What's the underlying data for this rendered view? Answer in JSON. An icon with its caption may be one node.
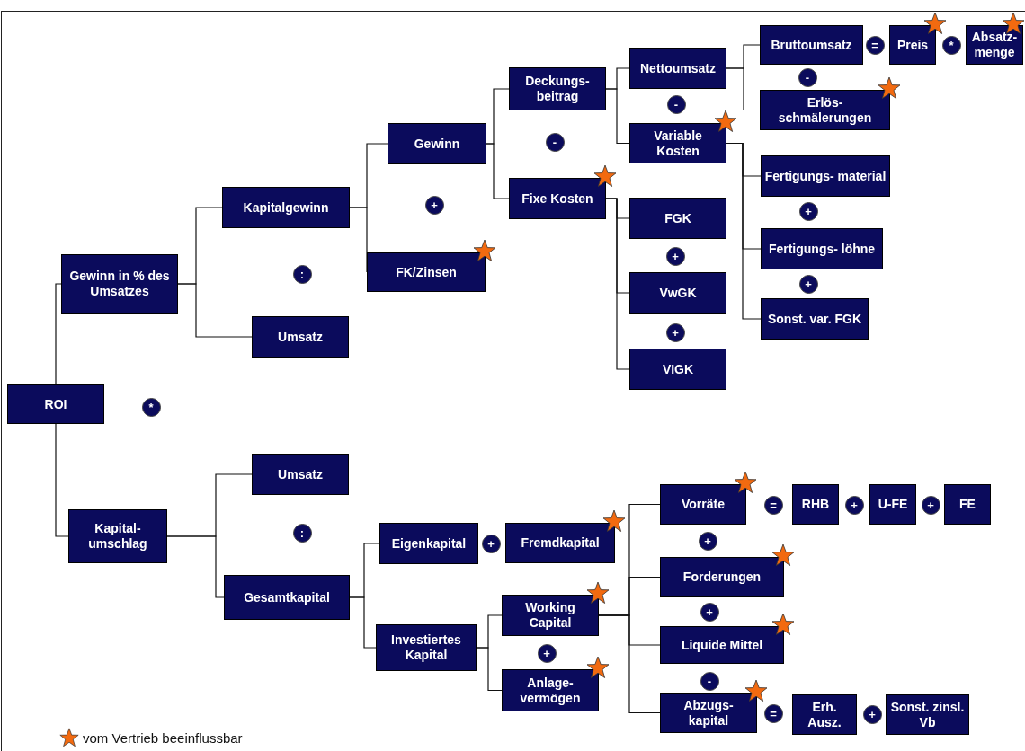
{
  "diagram": {
    "nodes": [
      {
        "text": [
          "Bruttoumsatz"
        ]
      },
      {
        "text": [
          "="
        ]
      },
      {
        "text": [
          "Preis"
        ]
      },
      {
        "text": [
          "*"
        ]
      },
      {
        "text": [
          "Absatz- menge"
        ]
      },
      {
        "text": [
          "Nettoumsatz"
        ]
      },
      {
        "text": [
          "-"
        ]
      },
      {
        "text": [
          "Erlös- schmälerungen"
        ]
      },
      {
        "text": [
          "Deckungs- beitrag"
        ]
      },
      {
        "text": [
          "-"
        ]
      },
      {
        "text": [
          "Variable Kosten"
        ]
      },
      {
        "text": [
          "Gewinn"
        ]
      },
      {
        "text": [
          "-"
        ]
      },
      {
        "text": [
          "Fertigungs- material"
        ]
      },
      {
        "text": [
          "Fixe Kosten"
        ]
      },
      {
        "text": [
          "Kapitalgewinn"
        ]
      },
      {
        "text": [
          "+"
        ]
      },
      {
        "text": [
          "FGK"
        ]
      },
      {
        "text": [
          "+"
        ]
      },
      {
        "text": [
          "+"
        ]
      },
      {
        "text": [
          "Fertigungs- löhne"
        ]
      },
      {
        "text": [
          "FK/Zinsen"
        ]
      },
      {
        "text": [
          "Gewinn in % des Umsatzes"
        ]
      },
      {
        "text": [
          ":"
        ]
      },
      {
        "text": [
          "+"
        ]
      },
      {
        "text": [
          "VwGK"
        ]
      },
      {
        "text": [
          "Sonst. var. FGK"
        ]
      },
      {
        "text": [
          "Umsatz"
        ]
      },
      {
        "text": [
          "+"
        ]
      },
      {
        "text": [
          "VIGK"
        ]
      },
      {
        "text": [
          "ROI"
        ]
      },
      {
        "text": [
          "*"
        ]
      },
      {
        "text": [
          "Umsatz"
        ]
      },
      {
        "text": [
          "Vorräte"
        ]
      },
      {
        "text": [
          "="
        ]
      },
      {
        "text": [
          "RHB"
        ]
      },
      {
        "text": [
          "+"
        ]
      },
      {
        "text": [
          "U-FE"
        ]
      },
      {
        "text": [
          "+"
        ]
      },
      {
        "text": [
          "FE"
        ]
      },
      {
        "text": [
          "Kapital- umschlag"
        ]
      },
      {
        "text": [
          ":"
        ]
      },
      {
        "text": [
          "+"
        ]
      },
      {
        "text": [
          "Eigenkapital"
        ]
      },
      {
        "text": [
          "+"
        ]
      },
      {
        "text": [
          "Fremdkapital"
        ]
      },
      {
        "text": [
          "Forderungen"
        ]
      },
      {
        "text": [
          "Gesamtkapital"
        ]
      },
      {
        "text": [
          "Working Capital"
        ]
      },
      {
        "text": [
          "+"
        ]
      },
      {
        "text": [
          "Liquide Mittel"
        ]
      },
      {
        "text": [
          "Investiertes Kapital"
        ]
      },
      {
        "text": [
          "+"
        ]
      },
      {
        "text": [
          "Anlage- vermögen"
        ]
      },
      {
        "text": [
          "-"
        ]
      },
      {
        "text": [
          "Abzugs- kapital"
        ]
      },
      {
        "text": [
          "="
        ]
      },
      {
        "text": [
          "Erh. Ausz."
        ]
      },
      {
        "text": [
          "+"
        ]
      },
      {
        "text": [
          "Sonst. zinsl. Vb"
        ]
      }
    ],
    "edges": [
      {
        "from": 30,
        "to": 22,
        "arrow": "none"
      },
      {
        "from": 30,
        "to": 40,
        "arrow": "none"
      },
      {
        "from": 22,
        "to": 15,
        "arrow": "none"
      },
      {
        "from": 22,
        "to": 27,
        "arrow": "none"
      },
      {
        "from": 15,
        "to": 11,
        "arrow": "none"
      },
      {
        "from": 15,
        "to": 21,
        "arrow": "none"
      },
      {
        "from": 11,
        "to": 8,
        "arrow": "none"
      },
      {
        "from": 11,
        "to": 14,
        "arrow": "none"
      },
      {
        "from": 8,
        "to": 5,
        "arrow": "none"
      },
      {
        "from": 8,
        "to": 10,
        "arrow": "none"
      },
      {
        "from": 5,
        "to": 0,
        "arrow": "none"
      },
      {
        "from": 5,
        "to": 7,
        "arrow": "none"
      },
      {
        "from": 10,
        "to": 13,
        "arrow": "none"
      },
      {
        "from": 10,
        "to": 20,
        "arrow": "none"
      },
      {
        "from": 10,
        "to": 26,
        "arrow": "none"
      },
      {
        "from": 14,
        "to": 17,
        "arrow": "none"
      },
      {
        "from": 14,
        "to": 25,
        "arrow": "none"
      },
      {
        "from": 14,
        "to": 29,
        "arrow": "none"
      },
      {
        "from": 40,
        "to": 32,
        "arrow": "none"
      },
      {
        "from": 40,
        "to": 47,
        "arrow": "none"
      },
      {
        "from": 47,
        "to": 43,
        "arrow": "none"
      },
      {
        "from": 47,
        "to": 51,
        "arrow": "none"
      },
      {
        "from": 51,
        "to": 48,
        "arrow": "none"
      },
      {
        "from": 51,
        "to": 53,
        "arrow": "none"
      },
      {
        "from": 48,
        "to": 33,
        "arrow": "none"
      },
      {
        "from": 48,
        "to": 46,
        "arrow": "none"
      },
      {
        "from": 48,
        "to": 50,
        "arrow": "none"
      },
      {
        "from": 48,
        "to": 55,
        "arrow": "none"
      }
    ],
    "legend": [
      {
        "text": "vom Vertrieb beeinflussbar"
      }
    ]
  }
}
